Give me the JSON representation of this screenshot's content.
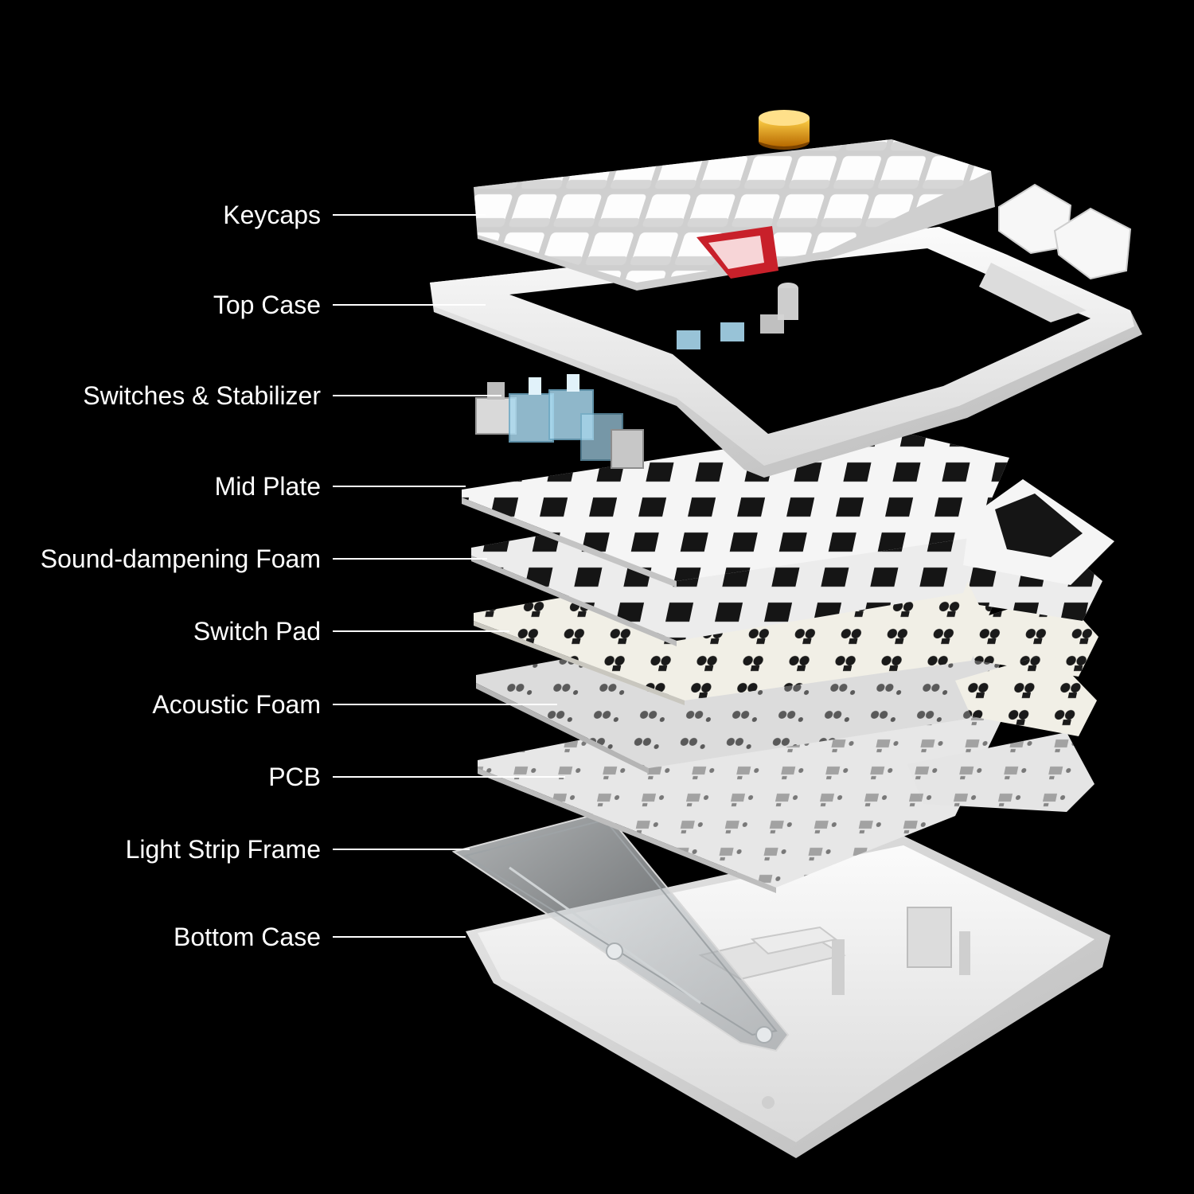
{
  "diagram": {
    "background": "#000000",
    "text_color": "#ffffff",
    "accent_knob": "#e8a000",
    "accent_red": "#c8202a",
    "switch_blue": "#a9d8ee",
    "layers": [
      {
        "id": "keycaps",
        "label": "Keycaps"
      },
      {
        "id": "top-case",
        "label": "Top Case"
      },
      {
        "id": "switches-stabilizer",
        "label": "Switches & Stabilizer"
      },
      {
        "id": "mid-plate",
        "label": "Mid Plate"
      },
      {
        "id": "sound-dampening-foam",
        "label": "Sound-dampening Foam"
      },
      {
        "id": "switch-pad",
        "label": "Switch Pad"
      },
      {
        "id": "acoustic-foam",
        "label": "Acoustic Foam"
      },
      {
        "id": "pcb",
        "label": "PCB"
      },
      {
        "id": "light-strip-frame",
        "label": "Light Strip Frame"
      },
      {
        "id": "bottom-case",
        "label": "Bottom Case"
      }
    ]
  }
}
